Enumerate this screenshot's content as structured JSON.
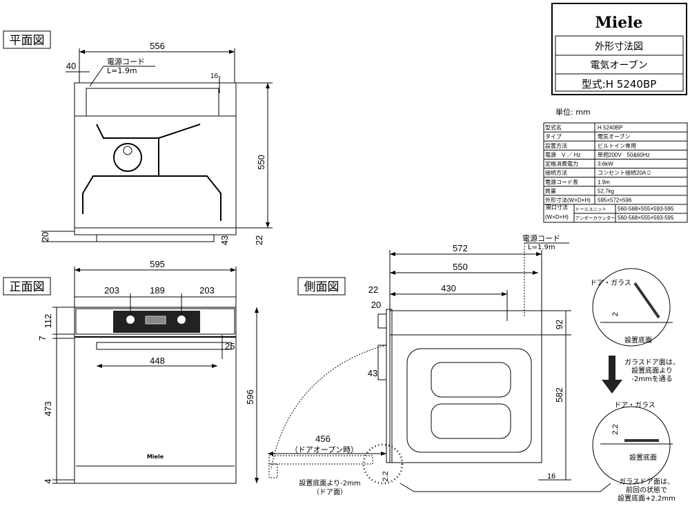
{
  "logo": {
    "brand": "Miele"
  },
  "title_block": {
    "line1": "外形寸法図",
    "line2": "電気オーブン",
    "line3": "型式:H 5240BP"
  },
  "unit": "単位: mm",
  "spec_table": {
    "rows": [
      {
        "label": "型式名",
        "value": "H 5240BP"
      },
      {
        "label": "タイプ",
        "value": "電気オーブン"
      },
      {
        "label": "設置方法",
        "value": "ビルトイン専用"
      },
      {
        "label": "電源　V ／ Hz",
        "value": "単相200V　50&60Hz"
      },
      {
        "label": "定格消費電力",
        "value": "3.6kW"
      },
      {
        "label": "接続方法",
        "value": "コンセント接続20A ⍁"
      },
      {
        "label": "電源コード長",
        "value": "1.9m"
      },
      {
        "label": "質量",
        "value": "52.7kg"
      },
      {
        "label": "外形寸法(W×D×H)",
        "value": "595×572×596"
      }
    ],
    "opening": {
      "label1": "開口寸法",
      "label2": "(W×D×H)",
      "sub1": "トールユニット",
      "val1": "560-568×555×593-595",
      "sub2": "アンダーカウンター",
      "val2": "560-568×555×593-595"
    }
  },
  "plan_view": {
    "title": "平面図",
    "dims": {
      "width": "556",
      "left": "40",
      "cord1": "電源コード",
      "cord2": "L=1.9m",
      "top": "16",
      "depth": "550",
      "front": "20",
      "panel": "43",
      "right": "22"
    }
  },
  "front_view": {
    "title": "正面図",
    "brand": "Miele",
    "dims": {
      "width": "595",
      "a": "203",
      "b": "189",
      "c": "203",
      "h1": "112",
      "h2": "7",
      "h3": "473",
      "h4": "4",
      "height": "596",
      "handle_h": "25",
      "handle_w": "448"
    }
  },
  "side_view": {
    "title": "側面図",
    "dims": {
      "depth_total": "572",
      "depth": "550",
      "d430": "430",
      "d22": "22",
      "d20": "20",
      "d92": "92",
      "height": "582",
      "d43": "43",
      "d16": "16",
      "door_open": "456",
      "door_open_label": "（ドアオープン時）",
      "d22b": "2.2",
      "note1": "設置底面より-2mm",
      "note2": "（ドア面）",
      "cord1": "電源コード",
      "cord2": "L=1.9m"
    }
  },
  "detail": {
    "top": {
      "label": "ドア・ガラス",
      "dim": "2",
      "floor": "設置底面"
    },
    "arrow_note": [
      "ガラスドア面は、",
      "設置底面より",
      "-2mmを通る"
    ],
    "bottom": {
      "label": "ドア・ガラス",
      "dim": "2.2",
      "floor": "設置底面"
    },
    "bottom_note": [
      "ガラスドア面は、",
      "前回の状態で",
      "設置底面+2.2mm"
    ]
  }
}
